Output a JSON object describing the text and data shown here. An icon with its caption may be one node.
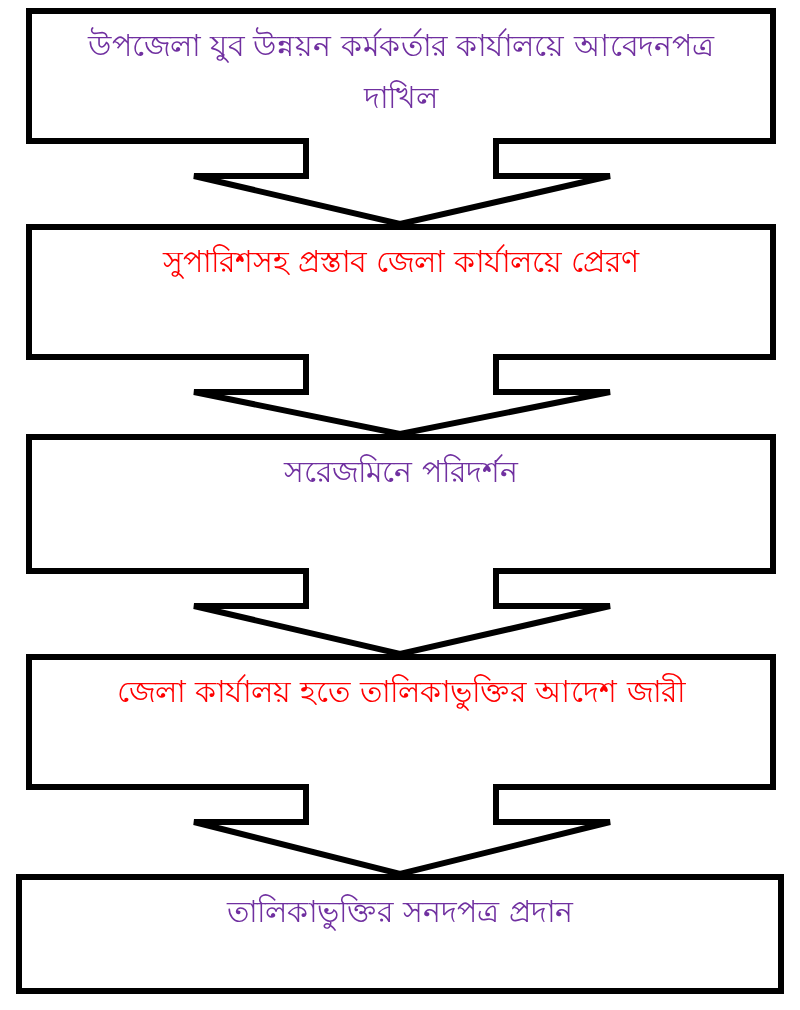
{
  "diagram": {
    "nodes": [
      {
        "text": [
          "উপজেলা যুব উন্নয়ন কর্মকর্তার কার্যালয়ে আবেদনপত্র দাখিল"
        ]
      },
      {
        "text": [
          "সুপারিশসহ প্রস্তাব জেলা কার্যালয়ে প্রেরণ"
        ]
      },
      {
        "text": [
          "সরেজমিনে পরিদর্শন"
        ]
      },
      {
        "text": [
          "জেলা কার্যালয় হতে তালিকাভুক্তির আদেশ জারী"
        ]
      },
      {
        "text": [
          "তালিকাভুক্তির সনদপত্র প্রদান"
        ]
      }
    ],
    "edges": [
      {
        "from": 0,
        "to": 1,
        "arrow": "to"
      },
      {
        "from": 1,
        "to": 2,
        "arrow": "to"
      },
      {
        "from": 2,
        "to": 3,
        "arrow": "to"
      },
      {
        "from": 3,
        "to": 4,
        "arrow": "to"
      }
    ]
  }
}
